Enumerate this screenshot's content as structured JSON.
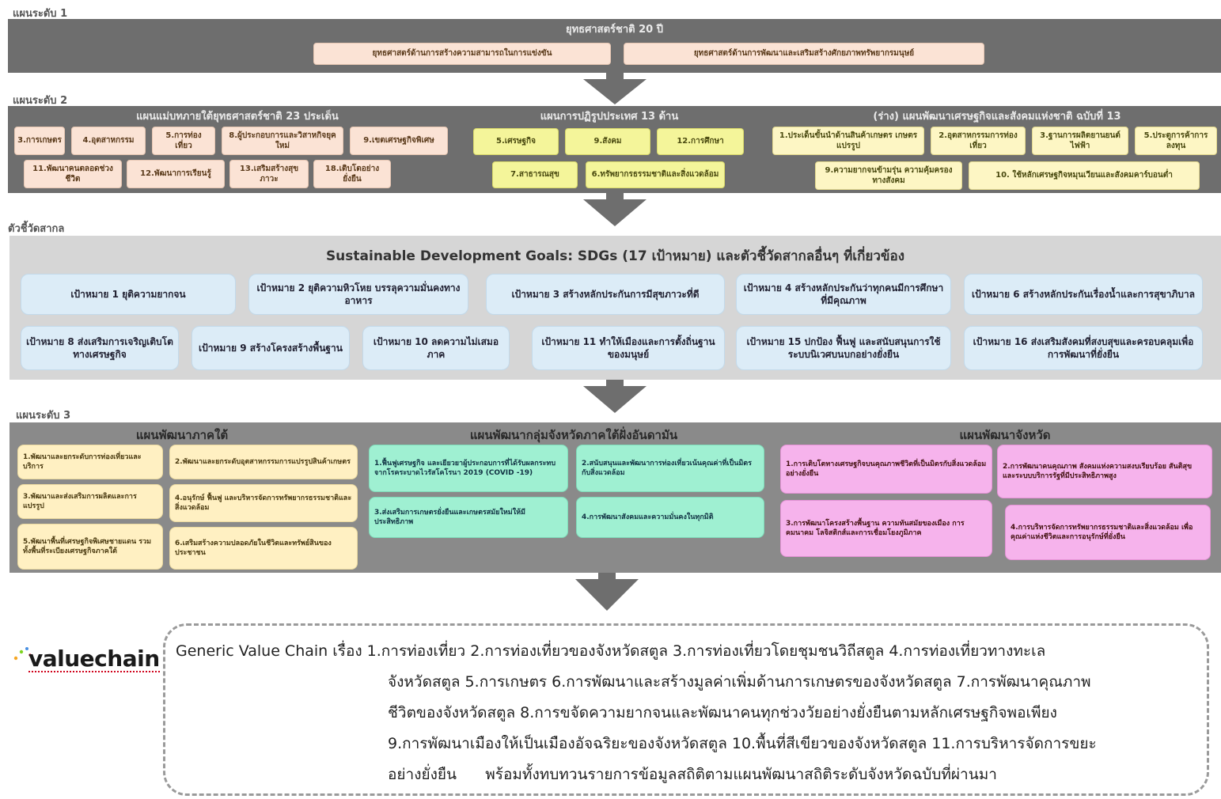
{
  "level1": {
    "label": "แผนระดับ 1",
    "title": "ยุทธศาสตร์ชาติ 20 ปี",
    "boxes": [
      "ยุทธศาสตร์ด้านการสร้างความสามารถในการแข่งขัน",
      "ยุทธศาสตร์ด้านการพัฒนาและเสริมสร้างศักยภาพทรัพยากรมนุษย์"
    ]
  },
  "level2": {
    "label": "แผนระดับ 2",
    "groups": [
      {
        "title": "แผนแม่บทภายใต้ยุทธศาสตร์ชาติ 23 ประเด็น",
        "row1": [
          "3.การเกษตร",
          "4.อุตสาหกรรม",
          "5.การท่องเที่ยว",
          "8.ผู้ประกอบการและวิสาหกิจยุคใหม่",
          "9.เขตเศรษฐกิจพิเศษ"
        ],
        "row2": [
          "11.พัฒนาคนตลอดช่วงชีวิต",
          "12.พัฒนาการเรียนรู้",
          "13.เสริมสร้างสุขภาวะ",
          "18.เติบโตอย่างยั่งยืน"
        ]
      },
      {
        "title": "แผนการปฏิรูปประเทศ 13 ด้าน",
        "row1": [
          "5.เศรษฐกิจ",
          "9.สังคม",
          "12.การศึกษา"
        ],
        "row2": [
          "7.สาธารณสุข",
          "6.ทรัพยากรธรรมชาติและสิ่งแวดล้อม"
        ]
      },
      {
        "title": "(ร่าง) แผนพัฒนาเศรษฐกิจและสังคมแห่งชาติ ฉบับที่ 13",
        "row1": [
          "1.ประเด็นขั้นนำด้านสินค้าเกษตร เกษตรแปรรูป",
          "2.อุตสาหกรรมการท่องเที่ยว",
          "3.ฐานการผลิตยานยนต์ไฟฟ้า",
          "5.ประตูการค้าการลงทุน"
        ],
        "row2": [
          "9.ความยากจนข้ามรุ่น ความคุ้มครองทางสังคม",
          "10. ใช้หลักเศรษฐกิจหมุนเวียนและสังคมคาร์บอนต่ำ"
        ]
      }
    ]
  },
  "intl": {
    "label": "ตัวชี้วัดสากล",
    "title": "Sustainable Development Goals: SDGs (17 เป้าหมาย) และตัวชี้วัดสากลอื่นๆ ที่เกี่ยวข้อง",
    "row1": [
      "เป้าหมาย 1 ยุติความยากจน",
      "เป้าหมาย 2 ยุติความหิวโหย บรรลุความมั่นคงทางอาหาร",
      "เป้าหมาย 3 สร้างหลักประกันการมีสุขภาวะที่ดี",
      "เป้าหมาย 4 สร้างหลักประกันว่าทุกคนมีการศึกษาที่มีคุณภาพ",
      "เป้าหมาย 6 สร้างหลักประกันเรื่องน้ำและการสุขาภิบาล"
    ],
    "row2": [
      "เป้าหมาย 8 ส่งเสริมการเจริญเติบโตทางเศรษฐกิจ",
      "เป้าหมาย 9 สร้างโครงสร้างพื้นฐาน",
      "เป้าหมาย 10 ลดความไม่เสมอภาค",
      "เป้าหมาย 11 ทำให้เมืองและการตั้งถิ่นฐานของมนุษย์",
      "เป้าหมาย 15 ปกป้อง ฟื้นฟู และสนับสนุนการใช้ระบบนิเวศบนบกอย่างยั่งยืน",
      "เป้าหมาย 16 ส่งเสริมสังคมที่สงบสุขและครอบคลุมเพื่อการพัฒนาที่ยั่งยืน"
    ]
  },
  "level3": {
    "label": "แผนระดับ 3",
    "groups": [
      {
        "title": "แผนพัฒนาภาคใต้",
        "left": [
          "1.พัฒนาและยกระดับการท่องเที่ยวและบริการ",
          "3.พัฒนาและส่งเสริมการผลิตและการแปรรูป",
          "5.พัฒนาพื้นที่เศรษฐกิจพิเศษชายแดน รวมทั้งพื้นที่ระเบียงเศรษฐกิจภาคใต้"
        ],
        "right": [
          "2.พัฒนาและยกระดับอุตสาหกรรมการแปรรูปสินค้าเกษตร",
          "4.อนุรักษ์ ฟื้นฟู และบริหารจัดการทรัพยากรธรรมชาติและสิ่งแวดล้อม",
          "6.เสริมสร้างความปลอดภัยในชีวิตและทรัพย์สินของประชาชน"
        ]
      },
      {
        "title": "แผนพัฒนากลุ่มจังหวัดภาคใต้ฝั่งอันดามัน",
        "left": [
          "1.ฟื้นฟูเศรษฐกิจ และเยียวยาผู้ประกอบการที่ได้รับผลกระทบจากโรคระบาดไวรัสโคโรนา 2019 (COVID -19)",
          "3.ส่งเสริมการเกษตรยั่งยืนและเกษตรสมัยใหม่ให้มีประสิทธิภาพ"
        ],
        "right": [
          "2.สนับสนุนและพัฒนาการท่องเที่ยวเน้นคุณค่าที่เป็นมิตรกับสิ่งแวดล้อม",
          "4.การพัฒนาสังคมและความมั่นคงในทุกมิติ"
        ]
      },
      {
        "title": "แผนพัฒนาจังหวัด",
        "left": [
          "1.การเติบโตทางเศรษฐกิจบนคุณภาพชีวิตที่เป็นมิตรกับสิ่งแวดล้อมอย่างยั่งยืน",
          "3.การพัฒนาโครงสร้างพื้นฐาน ความทันสมัยของเมือง การคมนาคม โลจิสติกส์และการเชื่อมโยงภูมิภาค"
        ],
        "right": [
          "2.การพัฒนาคนคุณภาพ สังคมแห่งความสงบเรียบร้อย สันติสุข และระบบบริการรัฐที่มีประสิทธิภาพสูง",
          "4.การบริหารจัดการทรัพยากรธรรมชาติและสิ่งแวดล้อม เพื่อคุณค่าแห่งชีวิตและการอนุรักษ์ที่ยั่งยืน"
        ]
      }
    ]
  },
  "valuechain": {
    "logo": "valuechain",
    "lines": [
      "Generic Value Chain เรื่อง 1.การท่องเที่ยว  2.การท่องเที่ยวของจังหวัดสตูล  3.การท่องเที่ยวโดยชุมชนวิถีสตูล  4.การท่องเที่ยวทางทะเล",
      "จังหวัดสตูล  5.การเกษตร  6.การพัฒนาและสร้างมูลค่าเพิ่มด้านการเกษตรของจังหวัดสตูล  7.การพัฒนาคุณภาพ",
      "ชีวิตของจังหวัดสตูล  8.การขจัดความยากจนและพัฒนาคนทุกช่วงวัยอย่างยั่งยืนตามหลักเศรษฐกิจพอเพียง",
      "9.การพัฒนาเมืองให้เป็นเมืองอัจฉริยะของจังหวัดสตูล  10.พื้นที่สีเขียวของจังหวัดสตูล  11.การบริหารจัดการขยะ",
      "อย่างยั่งยืน      พร้อมทั้งทบทวนรายการข้อมูลสถิติตามแผนพัฒนาสถิติระดับจังหวัดฉบับที่ผ่านมา"
    ]
  },
  "colors": {
    "band": "#6e6e6e",
    "band_light": "#d6d6d6",
    "peach": "#fbe3d5",
    "yellow": "#f4f59a",
    "blue": "#dcecf7",
    "cream": "#fff0c2",
    "mint": "#9ff0d2",
    "pink": "#f6b3ec"
  }
}
